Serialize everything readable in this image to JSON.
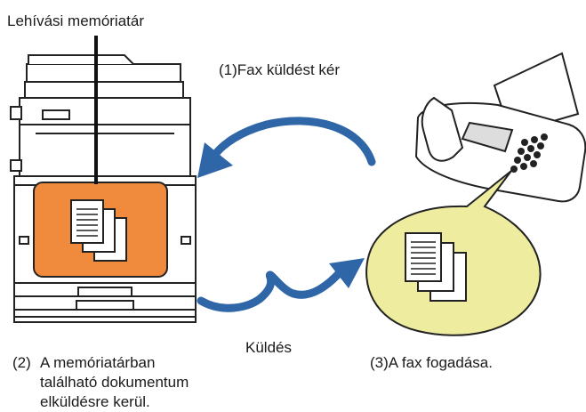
{
  "labels": {
    "memory_box": "Lehívási memóriatár",
    "step1": "(1)Fax küldést kér",
    "send": "Küldés",
    "step2_prefix": "(2)",
    "step2_lines": [
      "A memóriatárban",
      "található dokumentum",
      "elküldésre kerül."
    ],
    "step3": "(3)A fax fogadása."
  },
  "colors": {
    "memory_panel": "#F08A3C",
    "receive_bubble": "#EEEC9E",
    "arrow": "#2F66A8",
    "outline": "#222222"
  }
}
